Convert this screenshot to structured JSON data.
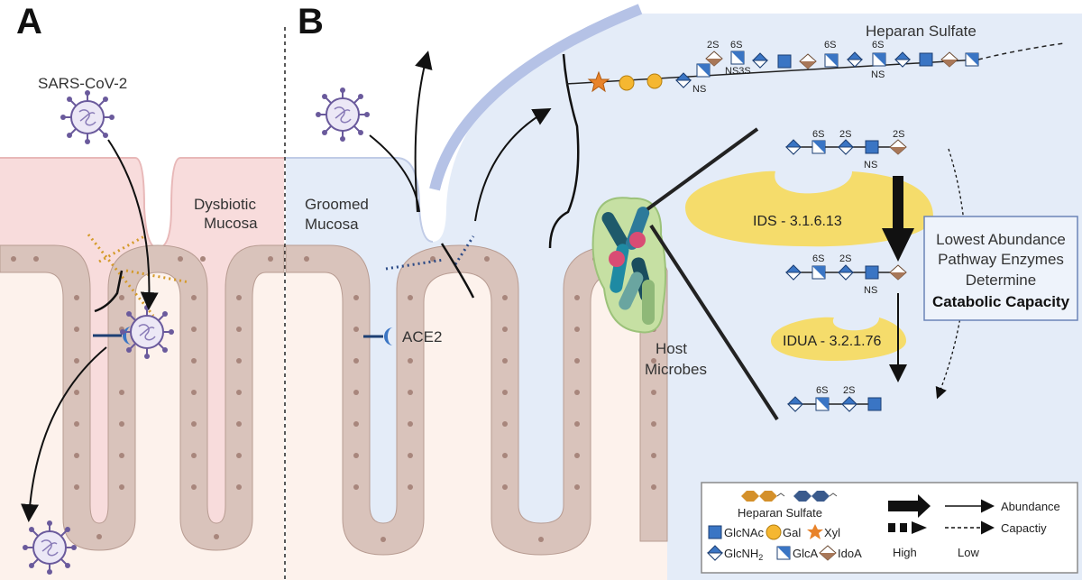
{
  "panels": {
    "a_letter": "A",
    "b_letter": "B"
  },
  "panel_a": {
    "virus_label": "SARS-CoV-2",
    "mucosa_line1": "Dysbiotic",
    "mucosa_line2": "Mucosa"
  },
  "panel_b": {
    "mucosa_line1": "Groomed",
    "mucosa_line2": "Mucosa",
    "receptor_label": "ACE2",
    "microbes_line1": "Host",
    "microbes_line2": "Microbes",
    "chain_title": "Heparan Sulfate",
    "chain_mods": {
      "m1": "2S",
      "m2": "6S",
      "m3": "NS3S",
      "m4": "NS",
      "m5": "6S",
      "m6": "6S",
      "m7": "NS"
    },
    "step1_mods": {
      "a": "6S",
      "b": "2S",
      "c": "2S",
      "d": "NS"
    },
    "step2_mods": {
      "a": "6S",
      "b": "2S",
      "c": "NS"
    },
    "step3_mods": {
      "a": "6S",
      "b": "2S"
    },
    "enzyme1": "IDS - 3.1.6.13",
    "enzyme2": "IDUA - 3.2.1.76",
    "callout_line1": "Lowest Abundance",
    "callout_line2": "Pathway Enzymes",
    "callout_line3": "Determine",
    "callout_line4": "Catabolic Capacity"
  },
  "legend": {
    "hs_label": "Heparan Sulfate",
    "glcnac": "GlcNAc",
    "gal": "Gal",
    "xyl": "Xyl",
    "glcnh2": "GlcNH",
    "glcnh2_sub": "2",
    "glca": "GlcA",
    "idoa": "IdoA",
    "abundance": "Abundance",
    "capacity": "Capactiy",
    "high": "High",
    "low": "Low"
  },
  "colors": {
    "dysbiotic_fill": "#f8dcdc",
    "groomed_fill": "#e4ecf8",
    "tissue_fill": "#fdf2ec",
    "cell_fill": "#d9c3bb",
    "nucleus": "#a8867c",
    "glcnac_blue": "#3a75c4",
    "gal_yellow": "#f5b731",
    "xyl_orange": "#e8832a",
    "idoa_brown": "#a87758",
    "enzyme_yellow": "#f5dc6b",
    "virus_purple": "#6a5a9c"
  }
}
